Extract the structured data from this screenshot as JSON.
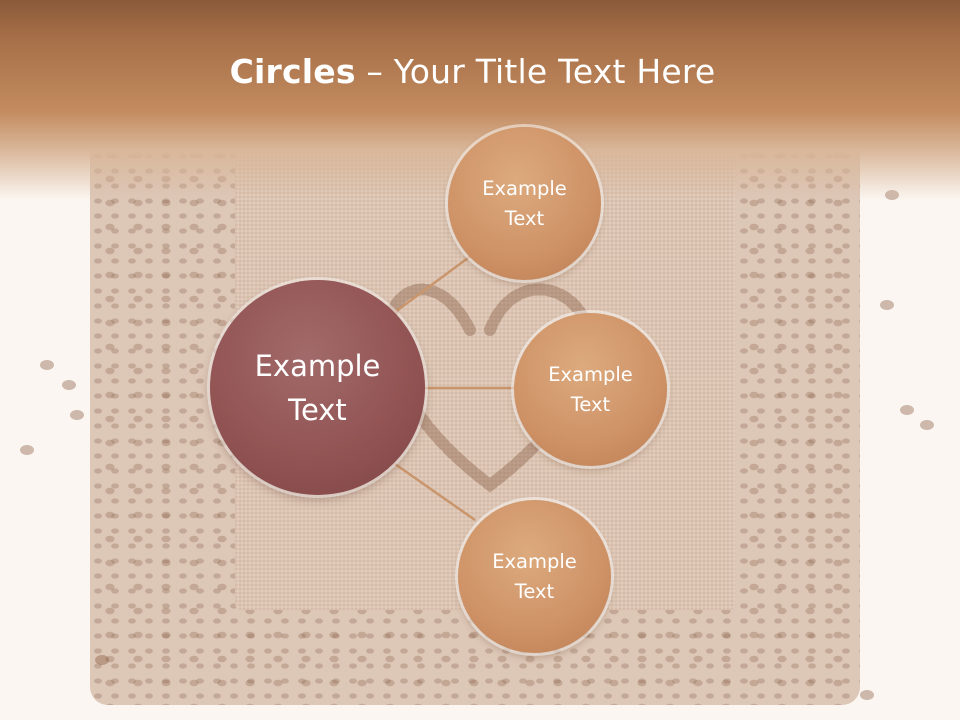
{
  "slide": {
    "title_bold": "Circles",
    "title_rest": " – Your Title Text Here"
  },
  "diagram": {
    "center": {
      "line1": "Example",
      "line2": "Text"
    },
    "nodes": [
      {
        "line1": "Example",
        "line2": "Text"
      },
      {
        "line1": "Example",
        "line2": "Text"
      },
      {
        "line1": "Example",
        "line2": "Text"
      }
    ]
  },
  "colors": {
    "header": "#a87048",
    "center_circle": "#935454",
    "node_circle": "#cf9468",
    "connector": "#c9956c"
  }
}
